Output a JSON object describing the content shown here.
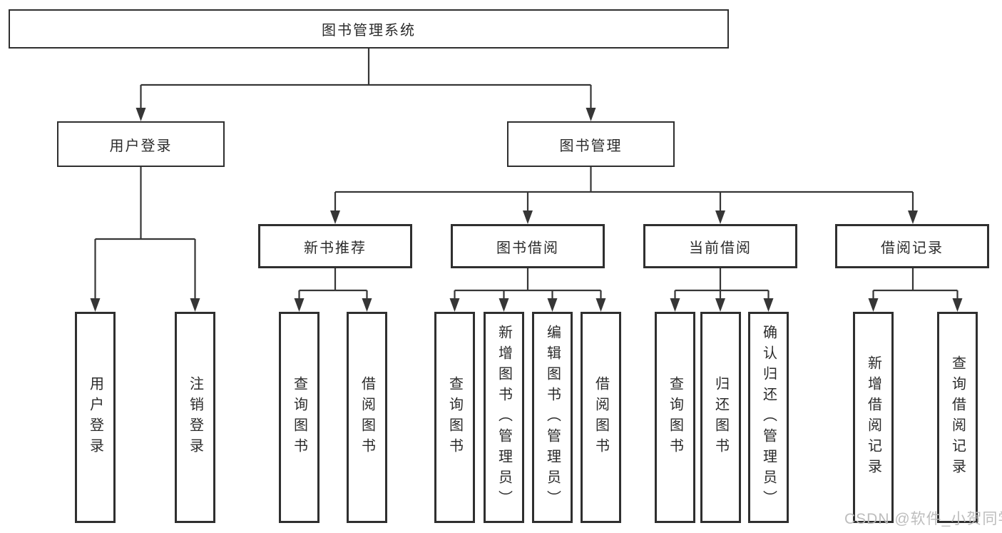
{
  "diagram": {
    "root": {
      "label": "图书管理系统"
    },
    "level2": [
      {
        "label": "用户登录"
      },
      {
        "label": "图书管理"
      }
    ],
    "level3": [
      {
        "label": "新书推荐",
        "parent": "图书管理"
      },
      {
        "label": "图书借阅",
        "parent": "图书管理"
      },
      {
        "label": "当前借阅",
        "parent": "图书管理"
      },
      {
        "label": "借阅记录",
        "parent": "图书管理"
      }
    ],
    "leaves": [
      {
        "label": "用户登录",
        "parent": "用户登录"
      },
      {
        "label": "注销登录",
        "parent": "用户登录"
      },
      {
        "label": "查询图书",
        "parent": "新书推荐"
      },
      {
        "label": "借阅图书",
        "parent": "新书推荐"
      },
      {
        "label": "查询图书",
        "parent": "图书借阅"
      },
      {
        "label": "新增图书（管理员）",
        "parent": "图书借阅"
      },
      {
        "label": "编辑图书（管理员）",
        "parent": "图书借阅"
      },
      {
        "label": "借阅图书",
        "parent": "图书借阅"
      },
      {
        "label": "查询图书",
        "parent": "当前借阅"
      },
      {
        "label": "归还图书",
        "parent": "当前借阅"
      },
      {
        "label": "确认归还（管理员）",
        "parent": "当前借阅"
      },
      {
        "label": "新增借阅记录",
        "parent": "借阅记录"
      },
      {
        "label": "查询借阅记录",
        "parent": "借阅记录"
      }
    ]
  },
  "watermark": {
    "text": "CSDN @软件_小贺同学"
  },
  "colors": {
    "line": "#363636",
    "box_border": "#2f2f2f",
    "box_background": "#ffffff",
    "text": "#2b2b2b",
    "watermark": "#b9b9b9"
  }
}
